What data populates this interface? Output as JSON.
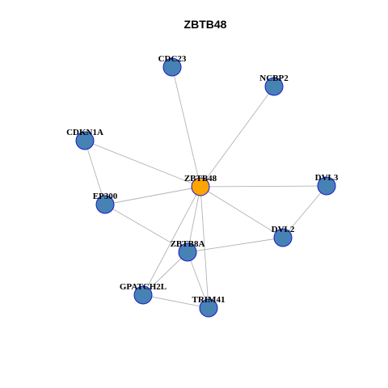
{
  "title": "ZBTB48",
  "colors": {
    "hub_fill": "#FFA500",
    "node_fill": "#4682B4",
    "node_stroke": "#1A1ACC",
    "edge": "#B3B3B3"
  },
  "hub": "ZBTB48",
  "nodes": [
    {
      "id": "ZBTB48",
      "label": "ZBTB48",
      "type": "hub"
    },
    {
      "id": "CDC23",
      "label": "CDC23",
      "type": "neighbor"
    },
    {
      "id": "NCBP2",
      "label": "NCBP2",
      "type": "neighbor"
    },
    {
      "id": "CDKN1A",
      "label": "CDKN1A",
      "type": "neighbor"
    },
    {
      "id": "EP300",
      "label": "EP300",
      "type": "neighbor"
    },
    {
      "id": "DVL3",
      "label": "DVL3",
      "type": "neighbor"
    },
    {
      "id": "DVL2",
      "label": "DVL2",
      "type": "neighbor"
    },
    {
      "id": "ZBTB8A",
      "label": "ZBTB8A",
      "type": "neighbor"
    },
    {
      "id": "GPATCH2L",
      "label": "GPATCH2L",
      "type": "neighbor"
    },
    {
      "id": "TRIM41",
      "label": "TRIM41",
      "type": "neighbor"
    }
  ],
  "edges": [
    [
      "ZBTB48",
      "CDC23"
    ],
    [
      "ZBTB48",
      "NCBP2"
    ],
    [
      "ZBTB48",
      "CDKN1A"
    ],
    [
      "ZBTB48",
      "EP300"
    ],
    [
      "ZBTB48",
      "DVL3"
    ],
    [
      "ZBTB48",
      "DVL2"
    ],
    [
      "ZBTB48",
      "ZBTB8A"
    ],
    [
      "ZBTB48",
      "GPATCH2L"
    ],
    [
      "ZBTB48",
      "TRIM41"
    ],
    [
      "CDKN1A",
      "EP300"
    ],
    [
      "EP300",
      "ZBTB8A"
    ],
    [
      "DVL3",
      "DVL2"
    ],
    [
      "DVL2",
      "ZBTB8A"
    ],
    [
      "ZBTB8A",
      "GPATCH2L"
    ],
    [
      "ZBTB8A",
      "TRIM41"
    ],
    [
      "GPATCH2L",
      "TRIM41"
    ]
  ]
}
